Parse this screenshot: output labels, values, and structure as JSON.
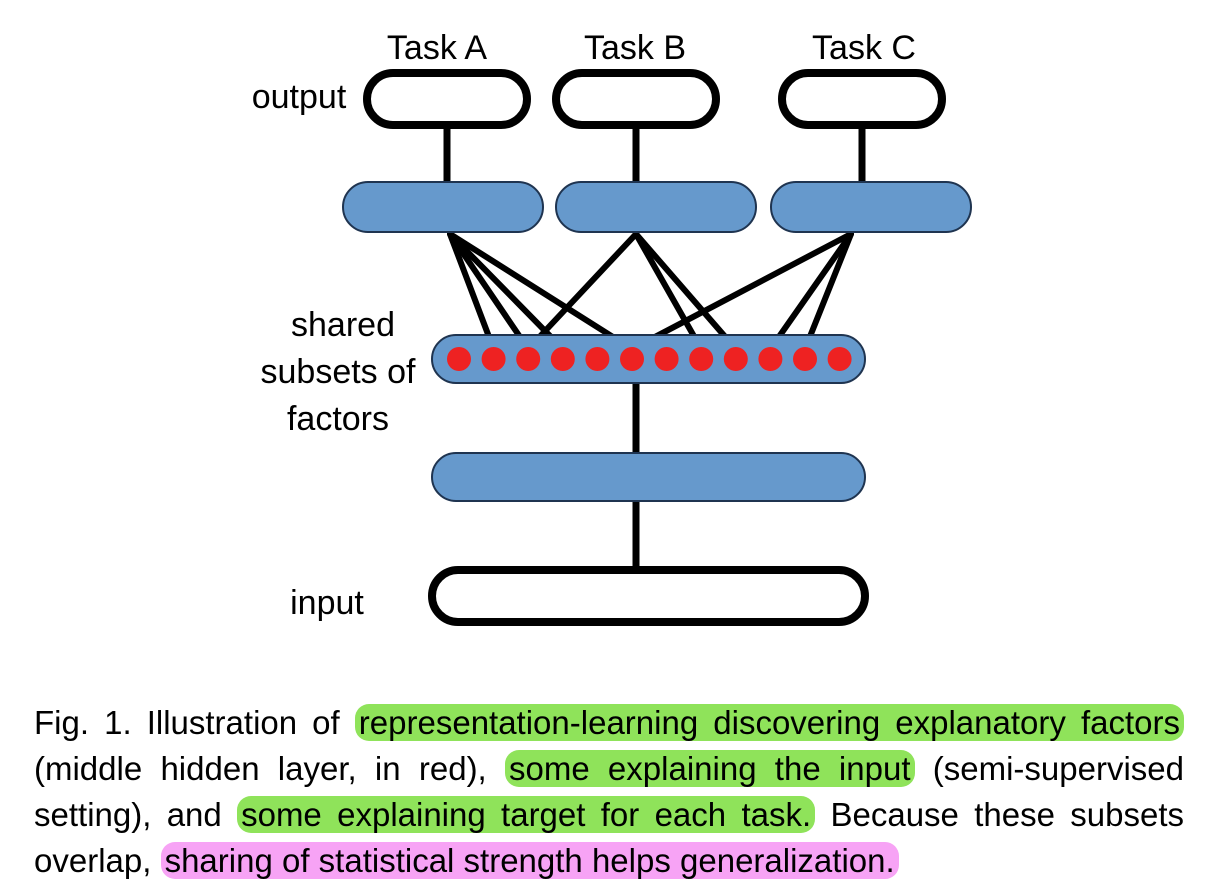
{
  "diagram": {
    "task_labels": [
      "Task A",
      "Task B",
      "Task C"
    ],
    "output_label": "output",
    "shared_label_lines": [
      "shared",
      "subsets of",
      "factors"
    ],
    "input_label": "input",
    "factor_count": 12,
    "colors": {
      "layer_fill": "#6699cc",
      "factor_dot": "#ee2222",
      "stroke": "#000000"
    }
  },
  "caption": {
    "prefix": "Fig. 1. Illustration of ",
    "hl1": "representation-learning discovering explanatory factors",
    "t1": " (middle hidden layer, in red), ",
    "hl2": "some explaining the input",
    "t2": " (semi-supervised setting), and ",
    "hl3": "some explaining target for each task.",
    "t3": " Because these subsets overlap, ",
    "hl4": "sharing of statistical strength helps generalization.",
    "colors": {
      "green": "#8fe35a",
      "pink": "#f7a3f5"
    }
  }
}
